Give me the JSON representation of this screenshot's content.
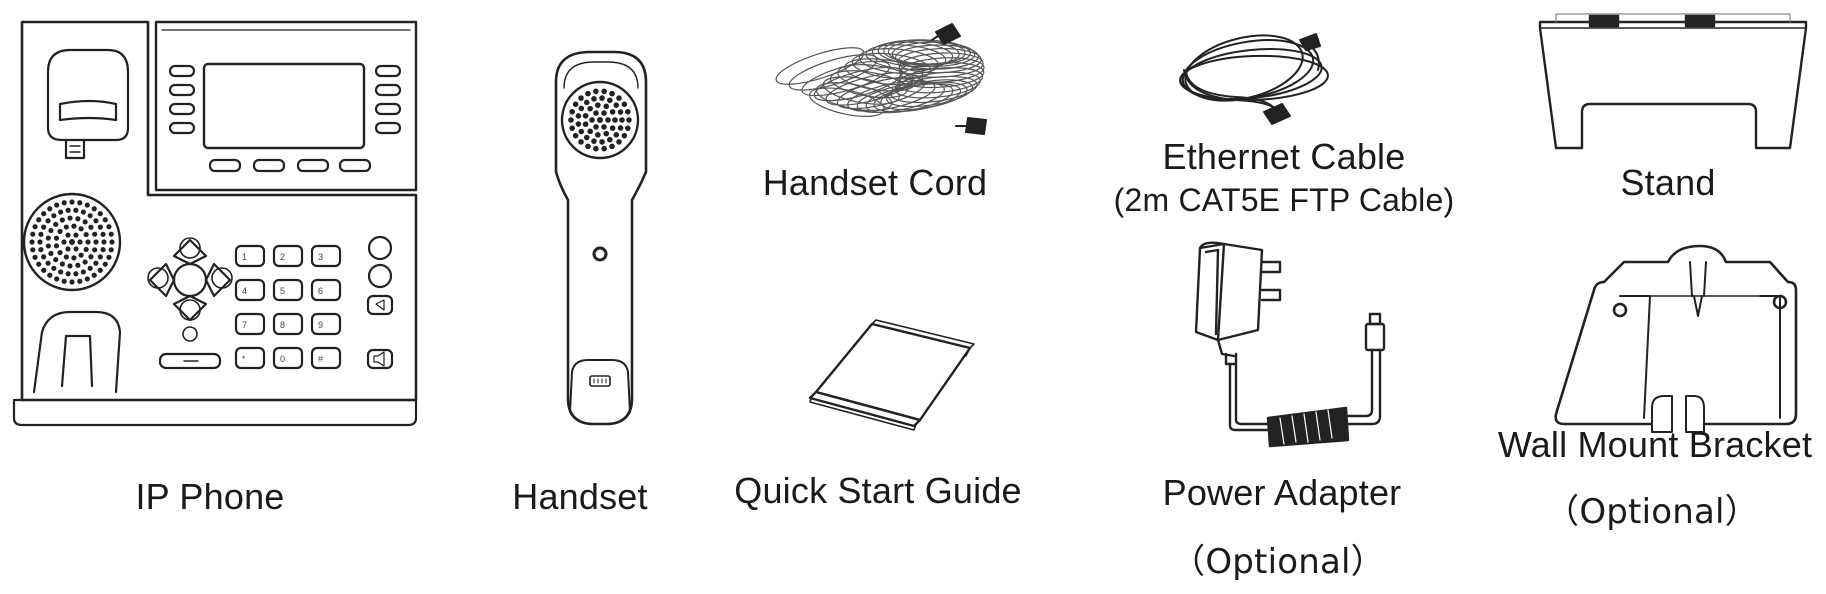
{
  "items": {
    "ip_phone": "IP Phone",
    "handset": "Handset",
    "handset_cord": "Handset Cord",
    "quick_start_guide": "Quick Start Guide",
    "ethernet_cable": "Ethernet Cable",
    "ethernet_cable_detail": "(2m CAT5E FTP Cable)",
    "power_adapter": "Power Adapter",
    "power_adapter_note": "（Optional）",
    "stand": "Stand",
    "wall_mount_bracket": "Wall Mount Bracket",
    "wall_mount_bracket_note": "（Optional）"
  },
  "keypad": [
    "1",
    "2",
    "3",
    "4",
    "5",
    "6",
    "7",
    "8",
    "9",
    "*",
    "0",
    "#"
  ]
}
